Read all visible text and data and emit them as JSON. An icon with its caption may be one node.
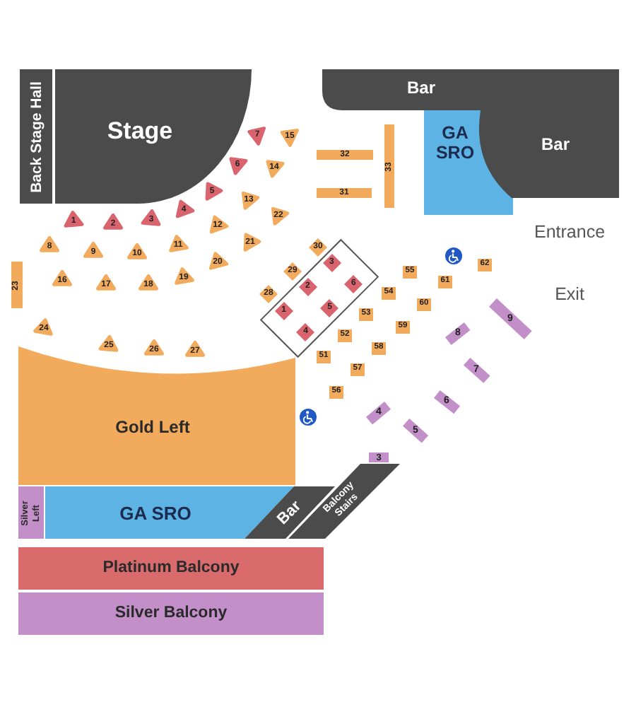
{
  "diagram": {
    "nodes": [
      {
        "text": [
          "Back Stage Hall"
        ]
      },
      {
        "text": [
          "Stage"
        ]
      },
      {
        "text": [
          "Bar"
        ]
      },
      {
        "text": [
          "GA SRO"
        ]
      },
      {
        "text": [
          "Bar"
        ]
      },
      {
        "text": [
          "1"
        ]
      },
      {
        "text": [
          "2"
        ]
      },
      {
        "text": [
          "3"
        ]
      },
      {
        "text": [
          "4"
        ]
      },
      {
        "text": [
          "5"
        ]
      },
      {
        "text": [
          "6"
        ]
      },
      {
        "text": [
          "7"
        ]
      },
      {
        "text": [
          "8"
        ]
      },
      {
        "text": [
          "9"
        ]
      },
      {
        "text": [
          "10"
        ]
      },
      {
        "text": [
          "11"
        ]
      },
      {
        "text": [
          "12"
        ]
      },
      {
        "text": [
          "13"
        ]
      },
      {
        "text": [
          "14"
        ]
      },
      {
        "text": [
          "15"
        ]
      },
      {
        "text": [
          "16"
        ]
      },
      {
        "text": [
          "17"
        ]
      },
      {
        "text": [
          "18"
        ]
      },
      {
        "text": [
          "19"
        ]
      },
      {
        "text": [
          "20"
        ]
      },
      {
        "text": [
          "21"
        ]
      },
      {
        "text": [
          "22"
        ]
      },
      {
        "text": [
          "23"
        ]
      },
      {
        "text": [
          "24"
        ]
      },
      {
        "text": [
          "25"
        ]
      },
      {
        "text": [
          "26"
        ]
      },
      {
        "text": [
          "27"
        ]
      },
      {
        "text": [
          "28"
        ]
      },
      {
        "text": [
          "29"
        ]
      },
      {
        "text": [
          "30"
        ]
      },
      {
        "text": [
          "31"
        ]
      },
      {
        "text": [
          "32"
        ]
      },
      {
        "text": [
          "33"
        ]
      },
      {
        "text": [],
        "shape": "box"
      },
      {
        "text": [
          "1"
        ],
        "in": 38
      },
      {
        "text": [
          "2"
        ],
        "in": 38
      },
      {
        "text": [
          "3"
        ],
        "in": 38
      },
      {
        "text": [
          "4"
        ],
        "in": 38
      },
      {
        "text": [
          "5"
        ],
        "in": 38
      },
      {
        "text": [
          "6"
        ],
        "in": 38
      },
      {
        "text": [
          "51"
        ]
      },
      {
        "text": [
          "52"
        ]
      },
      {
        "text": [
          "53"
        ]
      },
      {
        "text": [
          "54"
        ]
      },
      {
        "text": [
          "55"
        ]
      },
      {
        "text": [
          "56"
        ]
      },
      {
        "text": [
          "57"
        ]
      },
      {
        "text": [
          "58"
        ]
      },
      {
        "text": [
          "59"
        ]
      },
      {
        "text": [
          "60"
        ]
      },
      {
        "text": [
          "61"
        ]
      },
      {
        "text": [
          "62"
        ]
      },
      {
        "text": [
          "3"
        ]
      },
      {
        "text": [
          "4"
        ]
      },
      {
        "text": [
          "5"
        ]
      },
      {
        "text": [
          "6"
        ]
      },
      {
        "text": [
          "7"
        ]
      },
      {
        "text": [
          "8"
        ]
      },
      {
        "text": [
          "9"
        ]
      },
      {
        "text": [
          "Gold Left"
        ]
      },
      {
        "text": [
          "Silver Left"
        ]
      },
      {
        "text": [
          "GA SRO"
        ]
      },
      {
        "text": [
          "Bar"
        ]
      },
      {
        "text": [
          "Balcony Stairs"
        ]
      },
      {
        "text": [
          "Platinum Balcony"
        ]
      },
      {
        "text": [
          "Silver Balcony"
        ]
      }
    ],
    "labels": [
      "Entrance",
      "Exit"
    ]
  }
}
